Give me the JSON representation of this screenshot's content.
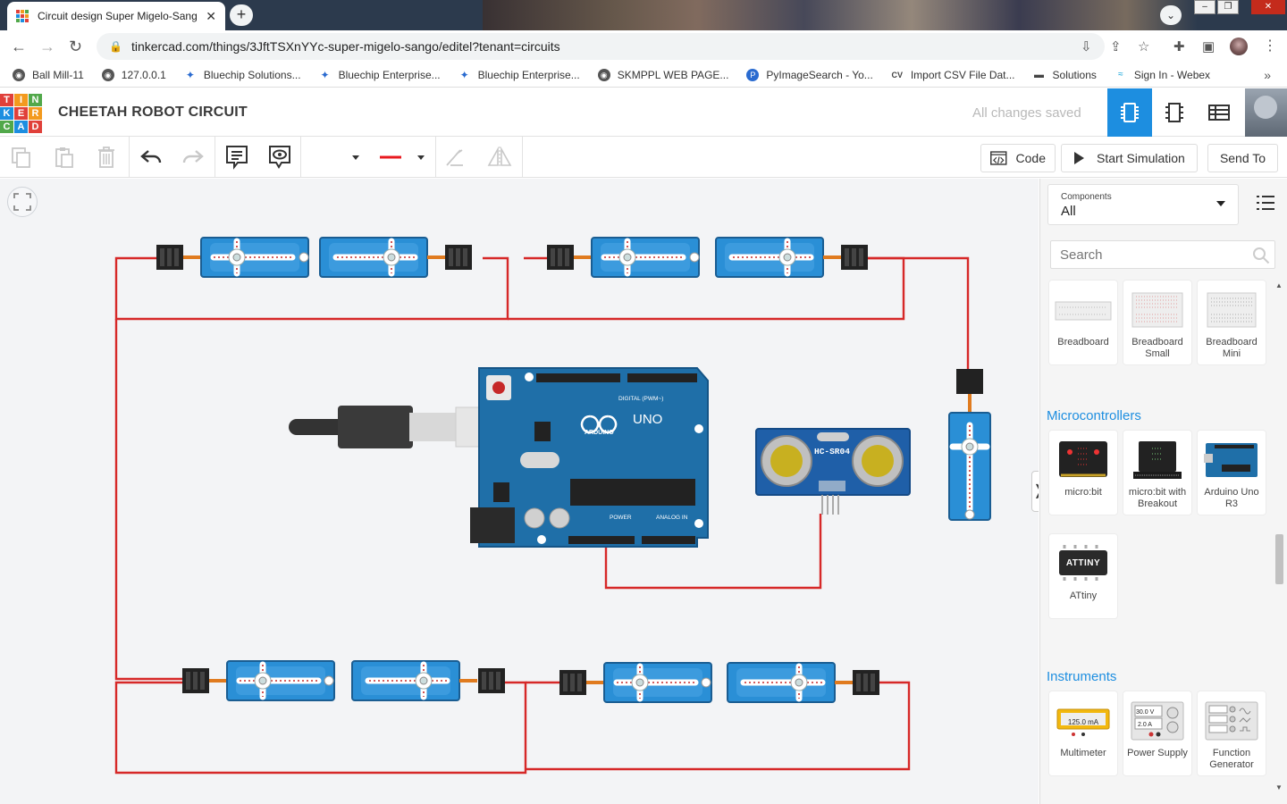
{
  "browser": {
    "tab_title": "Circuit design Super Migelo-Sango",
    "tab_close": "✕",
    "new_tab": "+",
    "url": "tinkercad.com/things/3JftTSXnYYc-super-migelo-sango/editel?tenant=circuits",
    "bookmarks": [
      {
        "label": "Ball Mill-11",
        "icon": "globe-icon"
      },
      {
        "label": "127.0.0.1",
        "icon": "globe-icon"
      },
      {
        "label": "Bluechip Solutions...",
        "icon": "bluechip-icon"
      },
      {
        "label": "Bluechip Enterprise...",
        "icon": "bluechip-icon"
      },
      {
        "label": "Bluechip Enterprise...",
        "icon": "bluechip-icon"
      },
      {
        "label": "SKMPPL WEB PAGE...",
        "icon": "globe-icon"
      },
      {
        "label": "PyImageSearch - Yo...",
        "icon": "pyimagesearch-icon"
      },
      {
        "label": "Import CSV File Dat...",
        "icon": "cw-icon"
      },
      {
        "label": "Solutions",
        "icon": "solutions-icon"
      },
      {
        "label": "Sign In - Webex",
        "icon": "webex-icon"
      }
    ],
    "bookmarks_more": "»"
  },
  "app": {
    "logo_letters": [
      "T",
      "I",
      "N",
      "K",
      "E",
      "R",
      "C",
      "A",
      "D"
    ],
    "design_title": "CHEETAH ROBOT CIRCUIT",
    "save_status": "All changes saved",
    "accent": "#1d8ee0"
  },
  "toolbar": {
    "code_label": "Code",
    "start_simulation_label": "Start Simulation",
    "send_to_label": "Send To",
    "wire_color": "#e8191f"
  },
  "canvas": {
    "board_label": "UNO",
    "board_sublabel": "ARDUINO",
    "board_digital_label": "DIGITAL (PWM~)",
    "board_power_label": "POWER",
    "board_analog_label": "ANALOG IN",
    "sensor_label": "HC-SR04",
    "panel_toggle": "❭"
  },
  "panel": {
    "components_label": "Components",
    "components_value": "All",
    "search_placeholder": "Search",
    "sections": [
      {
        "title": "",
        "items": [
          "Breadboard",
          "Breadboard Small",
          "Breadboard Mini"
        ]
      },
      {
        "title": "Microcontrollers",
        "items": [
          "micro:bit",
          "micro:bit with Breakout",
          "Arduino Uno R3",
          "ATtiny"
        ]
      },
      {
        "title": "Instruments",
        "items": [
          "Multimeter",
          "Power Supply",
          "Function Generator"
        ]
      }
    ],
    "attiny_chip_text": "ATTINY",
    "multimeter_reading": "125.0 mA",
    "power_supply_voltage": "30.0 V",
    "power_supply_current": "2.0 A"
  }
}
